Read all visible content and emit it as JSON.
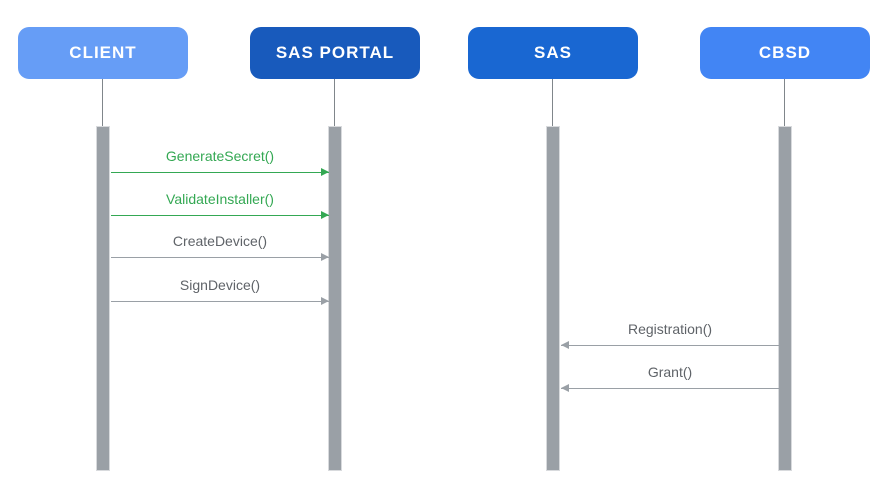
{
  "diagram": {
    "title": "SAS Portal / CBSD sequence diagram",
    "colors": {
      "actor_client": "#669DF6",
      "actor_sas_portal": "#185ABC",
      "actor_sas": "#1967D2",
      "actor_cbsd": "#4285F4",
      "message_green": "#34A853",
      "message_gray_text": "#5F6368",
      "message_gray_line": "#9AA0A6",
      "activation_bar": "#9AA0A6"
    },
    "actors": [
      {
        "label": "CLIENT",
        "color": "#669DF6"
      },
      {
        "label": "SAS PORTAL",
        "color": "#185ABC"
      },
      {
        "label": "SAS",
        "color": "#1967D2"
      },
      {
        "label": "CBSD",
        "color": "#4285F4"
      }
    ],
    "messages": [
      {
        "label": "GenerateSecret()",
        "from": "CLIENT",
        "to": "SAS PORTAL",
        "direction": "right",
        "color": "#34A853"
      },
      {
        "label": "ValidateInstaller()",
        "from": "CLIENT",
        "to": "SAS PORTAL",
        "direction": "right",
        "color": "#34A853"
      },
      {
        "label": "CreateDevice()",
        "from": "CLIENT",
        "to": "SAS PORTAL",
        "direction": "right",
        "color": "#5F6368"
      },
      {
        "label": "SignDevice()",
        "from": "CLIENT",
        "to": "SAS PORTAL",
        "direction": "right",
        "color": "#5F6368"
      },
      {
        "label": "Registration()",
        "from": "CBSD",
        "to": "SAS",
        "direction": "left",
        "color": "#5F6368"
      },
      {
        "label": "Grant()",
        "from": "CBSD",
        "to": "SAS",
        "direction": "left",
        "color": "#5F6368"
      }
    ]
  }
}
